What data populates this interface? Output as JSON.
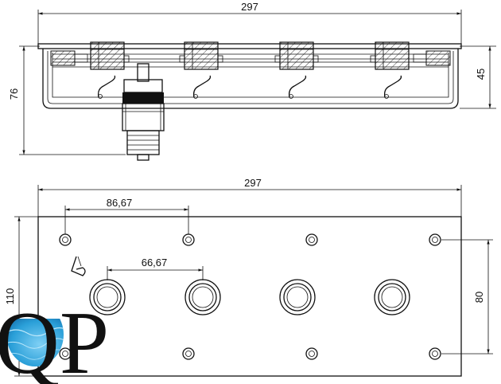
{
  "side_view": {
    "overall_width": "297",
    "overall_height": "76",
    "body_height": "45"
  },
  "plan_view": {
    "overall_width": "297",
    "overall_height": "110",
    "bolt_pitch": "86,67",
    "nozzle_pitch": "66,67",
    "bolt_row_spacing": "80"
  },
  "logo": {
    "text": "QP",
    "accent_color": "#1e88c8"
  },
  "colors": {
    "line": "#111111",
    "background": "#ffffff"
  }
}
